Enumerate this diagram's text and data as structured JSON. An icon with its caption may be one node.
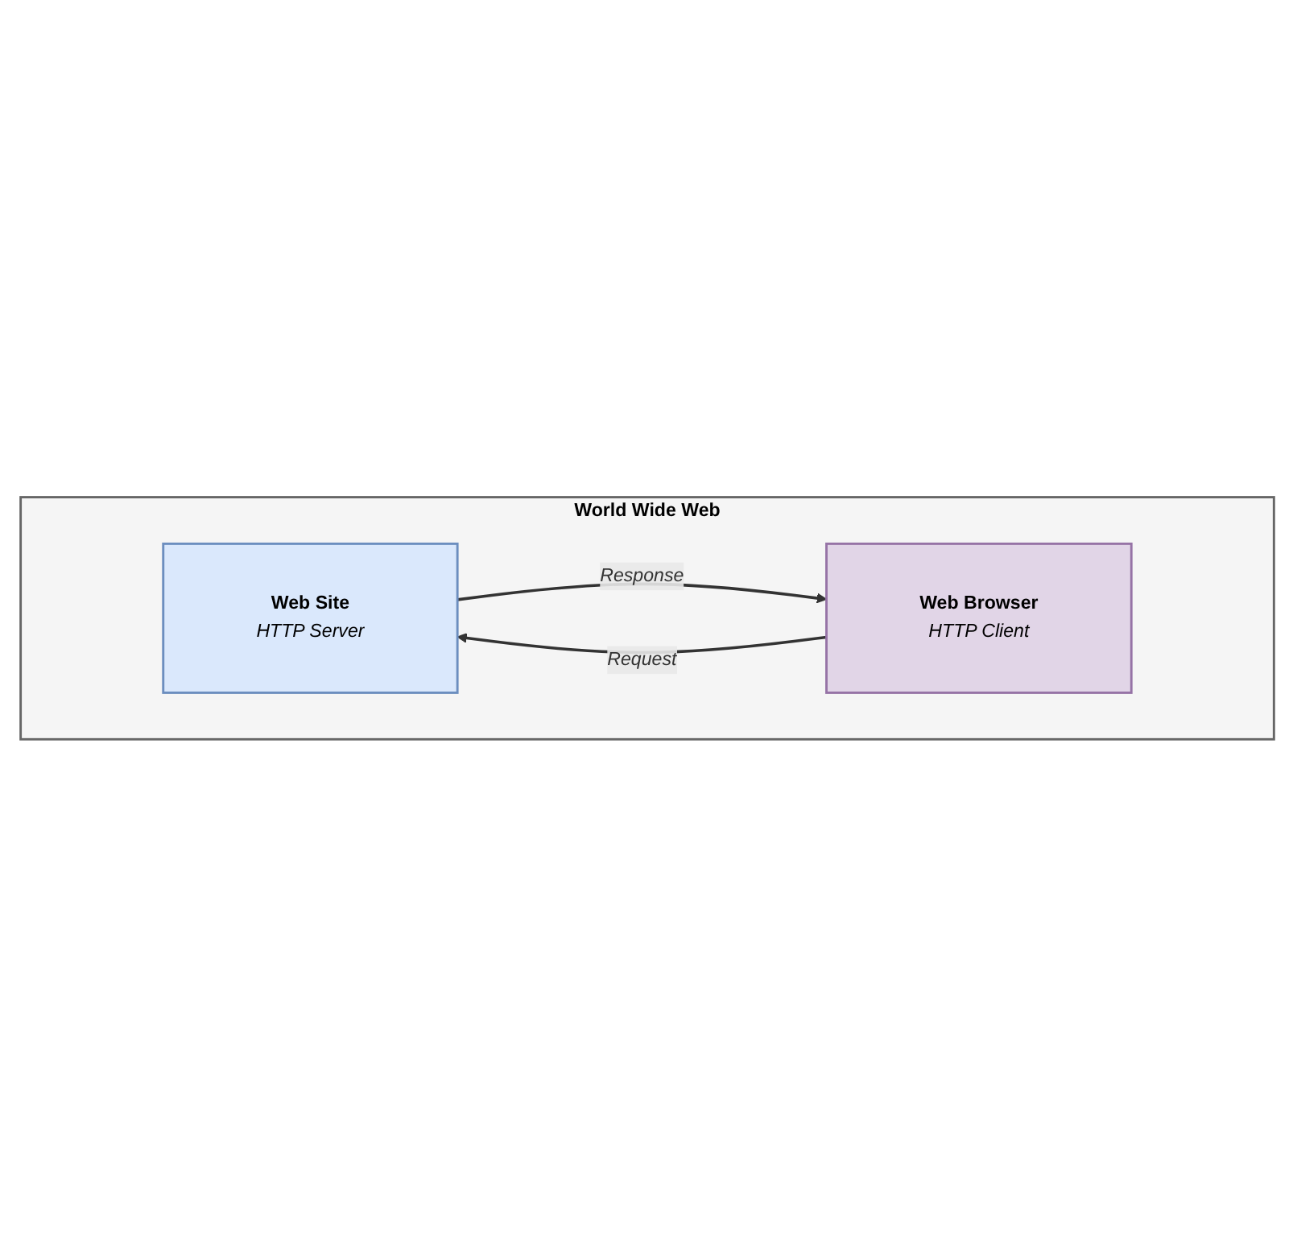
{
  "diagram": {
    "nodes": [
      {
        "text": [
          "World Wide Web"
        ]
      },
      {
        "text": [
          "Web Site",
          "HTTP Server"
        ],
        "in": 0
      },
      {
        "text": [
          "Web Browser",
          "HTTP Client"
        ],
        "in": 0
      }
    ],
    "edges": [
      {
        "from": 2,
        "to": 1,
        "arrow": "to",
        "label": "Request"
      },
      {
        "from": 1,
        "to": 2,
        "arrow": "to",
        "label": "Response"
      }
    ]
  }
}
